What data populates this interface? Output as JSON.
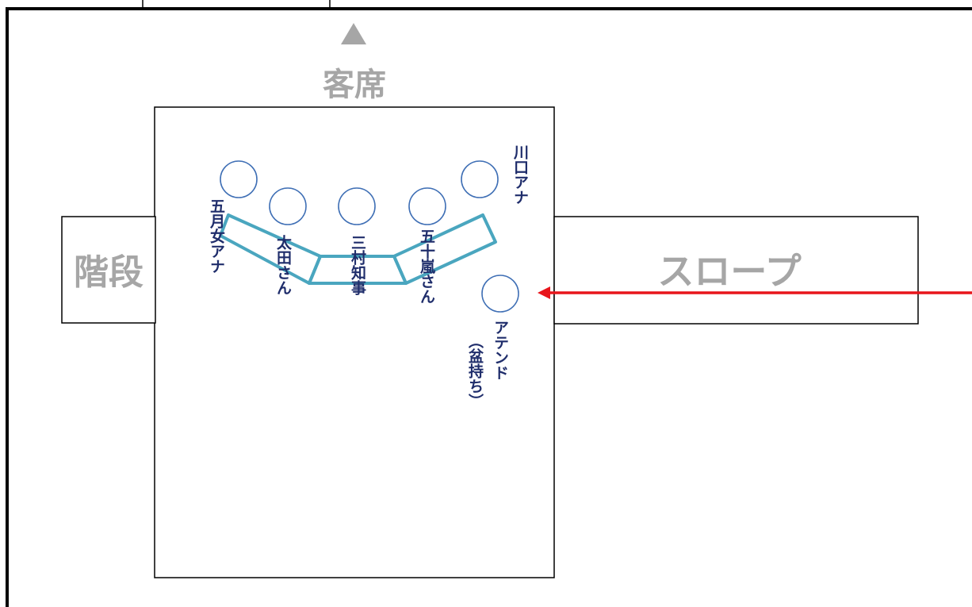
{
  "labels": {
    "audience": "客席",
    "stairs": "階段",
    "slope": "スロープ"
  },
  "people": {
    "kawaguchi": "川口アナ",
    "satsuki": "五月女アナ",
    "ota": "太田さん",
    "mimura": "三村知事",
    "igarashi": "五十嵐さん",
    "attend": "アテンド",
    "attend_note": "（盆持ち）"
  },
  "colors": {
    "frame": "#000000",
    "table": "#4aa6bf",
    "seat": "#3f6fb5",
    "name_text": "#1f2d6b",
    "area_text": "#a6a6a6",
    "arrow": "#e8151b"
  }
}
